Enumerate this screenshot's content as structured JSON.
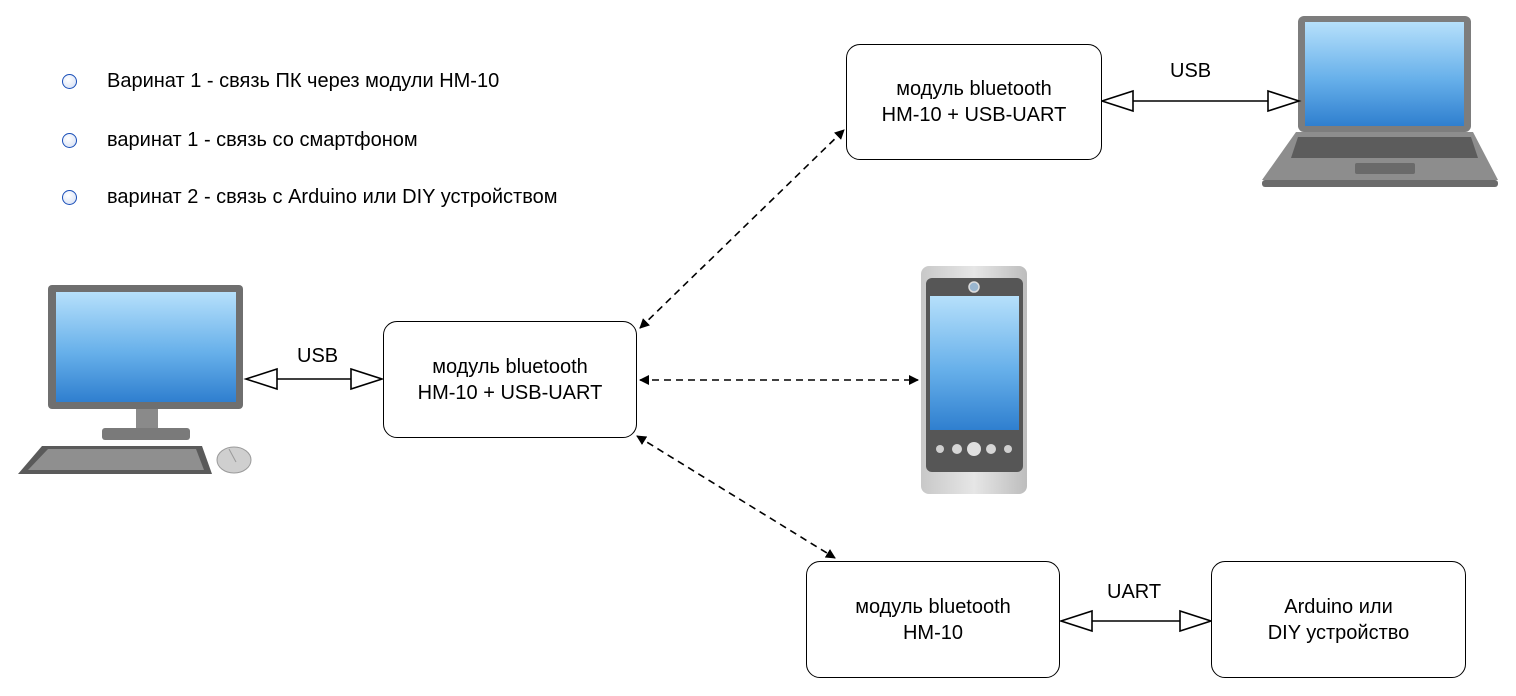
{
  "legend": [
    {
      "text": "Варинат 1 - связь ПК через модули HM-10",
      "icon": "circle-bullet-icon"
    },
    {
      "text": "варинат 1 - связь со смартфоном",
      "icon": "circle-bullet-icon"
    },
    {
      "text": "варинат 2 - связь с Arduino или DIY устройством",
      "icon": "circle-bullet-icon"
    }
  ],
  "nodes": {
    "module_center": {
      "line1": "модуль bluetooth",
      "line2": "HM-10 + USB-UART"
    },
    "module_top": {
      "line1": "модуль bluetooth",
      "line2": "HM-10 + USB-UART"
    },
    "module_bottom": {
      "line1": "модуль bluetooth",
      "line2": "HM-10"
    },
    "arduino": {
      "line1": "Arduino или",
      "line2": "DIY устройство"
    }
  },
  "connections": {
    "pc_to_center": "USB",
    "top_to_laptop": "USB",
    "bottom_to_arduino": "UART"
  },
  "icons": [
    "desktop-pc-icon",
    "laptop-icon",
    "smartphone-icon"
  ],
  "colors": {
    "screen_light": "#a8d6f8",
    "screen_dark": "#2e7fd0",
    "device_gray": "#7d7d7d",
    "bullet_border": "#1a4fb8"
  }
}
